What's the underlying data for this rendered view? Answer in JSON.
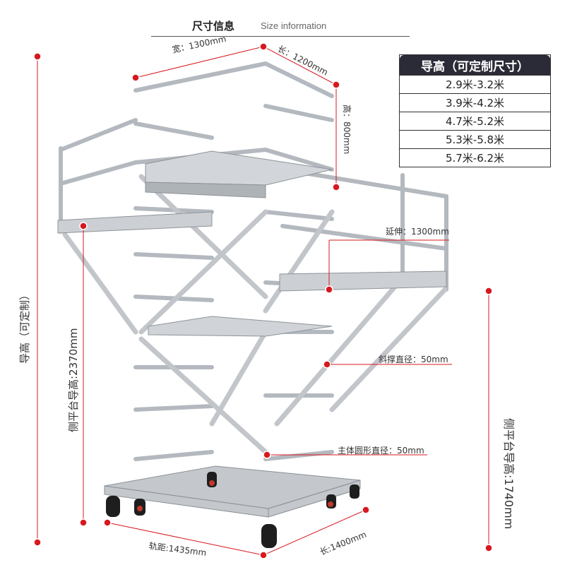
{
  "header": {
    "title": "尺寸信息",
    "subtitle": "Size information"
  },
  "spec_table": {
    "title": "导高（可定制尺寸）",
    "rows": [
      "2.9米-3.2米",
      "3.9米-4.2米",
      "4.7米-5.2米",
      "5.3米-5.8米",
      "5.7米-6.2米"
    ]
  },
  "dimensions": {
    "width": "宽：1300mm",
    "length_top": "长：1200mm",
    "height": "高：800mm",
    "extension": "延伸：1300mm",
    "brace_diameter": "斜撑直径：50mm",
    "main_tube_diameter": "主体圆形直径：50mm",
    "track_gauge": "轨距:1435mm",
    "length_bottom": "长:1400mm",
    "guide_height": "导高（可定制）",
    "side_platform_left": "侧平台导高:2370mm",
    "side_platform_right": "侧平台导高:1740mm"
  },
  "colors": {
    "marker": "#d7191f",
    "aluminum": "#b9bec4",
    "table_header": "#2b2b37"
  }
}
